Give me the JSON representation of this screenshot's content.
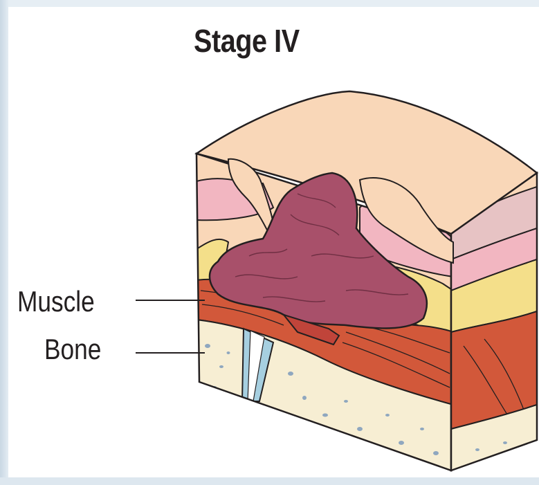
{
  "figure": {
    "title": "Stage IV",
    "labels": {
      "muscle": "Muscle",
      "bone": "Bone"
    }
  },
  "colors": {
    "epidermis": "#f9d7b8",
    "dermis": "#f2b6c1",
    "fat": "#f4df8a",
    "muscle": "#d2583a",
    "bone": "#f7eed3",
    "bone_speckle": "#8fa7bf",
    "periosteum": "#a6cfe0",
    "ulcer": "#a8506a",
    "outline": "#231f20",
    "background": "#dde7ef"
  }
}
